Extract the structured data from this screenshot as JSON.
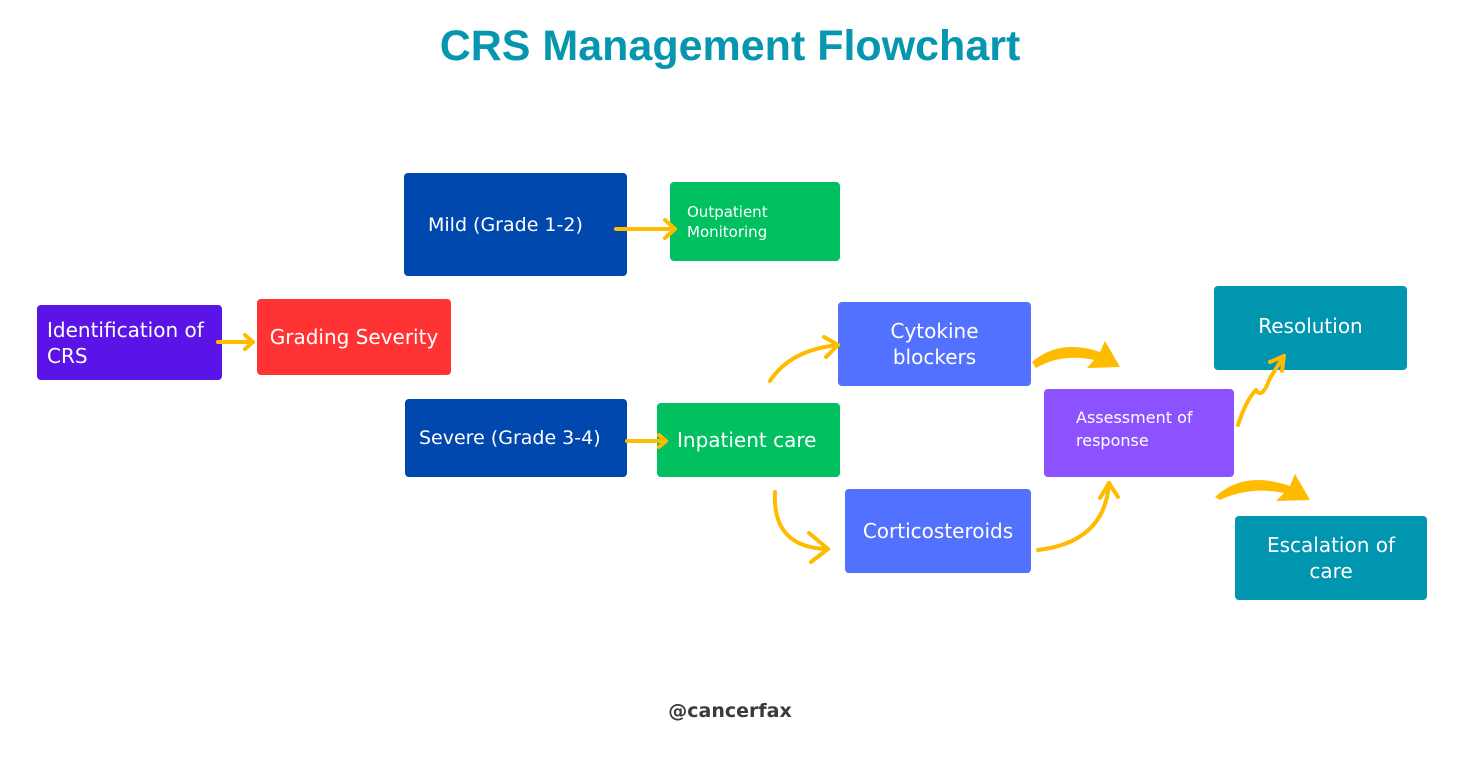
{
  "title": "CRS Management Flowchart",
  "footer": "@cancerfax",
  "colors": {
    "title": "#0696b0",
    "arrow": "#ffbb00",
    "identification": "#5b14e8",
    "grading": "#ff3333",
    "grade_box": "#0048ad",
    "care_box": "#00c060",
    "treatment": "#5271ff",
    "assessment": "#8c52ff",
    "outcome": "#0096b0"
  },
  "nodes": {
    "identification": "Identification of CRS",
    "grading": "Grading Severity",
    "mild": "Mild (Grade 1-2)",
    "outpatient": "Outpatient Monitoring",
    "severe": "Severe (Grade 3-4)",
    "inpatient": "Inpatient care",
    "cytokine": "Cytokine blockers",
    "corticosteroids": "Corticosteroids",
    "assessment": "Assessment of response",
    "resolution": "Resolution",
    "escalation": "Escalation of care"
  },
  "edges": [
    {
      "from": "identification",
      "to": "grading"
    },
    {
      "from": "mild",
      "to": "outpatient"
    },
    {
      "from": "severe",
      "to": "inpatient"
    },
    {
      "from": "inpatient",
      "to": "cytokine"
    },
    {
      "from": "inpatient",
      "to": "corticosteroids"
    },
    {
      "from": "cytokine",
      "to": "assessment"
    },
    {
      "from": "corticosteroids",
      "to": "assessment"
    },
    {
      "from": "assessment",
      "to": "resolution"
    },
    {
      "from": "assessment",
      "to": "escalation"
    }
  ]
}
